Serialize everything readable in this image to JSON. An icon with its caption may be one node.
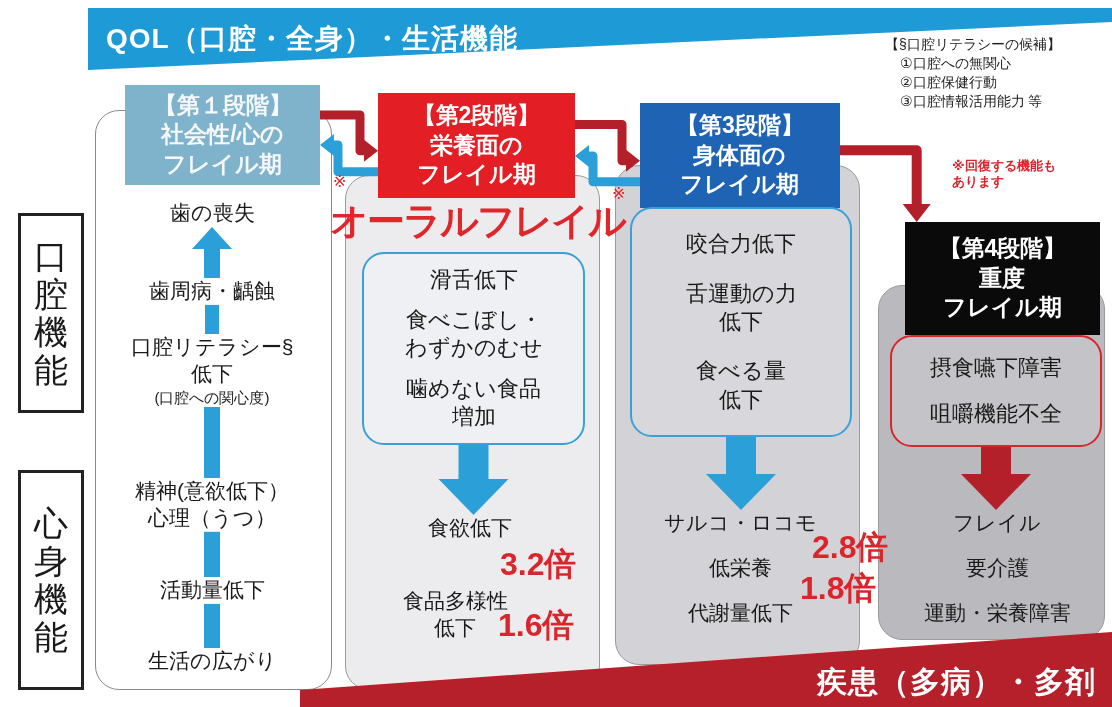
{
  "diagram": {
    "nodes": [
      {
        "text": [
          "QOL（口腔・全身）・生活機能"
        ]
      },
      {
        "text": [
          "【第１段階】社会性/心のフレイル期"
        ]
      },
      {
        "text": [
          "【第2段階】栄養面のフレイル期"
        ]
      },
      {
        "text": [
          "【第3段階】身体面のフレイル期"
        ]
      },
      {
        "text": [
          "【第4段階】重度フレイル期"
        ]
      },
      {
        "text": [
          "口腔機能"
        ]
      },
      {
        "text": [
          "心身機能"
        ]
      },
      {
        "text": [
          "歯の喪失"
        ]
      },
      {
        "text": [
          "歯周病・齲蝕"
        ]
      },
      {
        "text": [
          "口腔リテラシー§低下",
          "(口腔への関心度)"
        ]
      },
      {
        "text": [
          "精神(意欲低下）心理（うつ）"
        ]
      },
      {
        "text": [
          "活動量低下"
        ]
      },
      {
        "text": [
          "生活の広がり"
        ]
      },
      {
        "text": [
          "滑舌低下",
          "食べこぼし・わずかのむせ",
          "噛めない食品増加"
        ]
      },
      {
        "text": [
          "食欲低下"
        ]
      },
      {
        "text": [
          "食品多様性低下"
        ]
      },
      {
        "text": [
          "咬合力低下",
          "舌運動の力低下",
          "食べる量低下"
        ]
      },
      {
        "text": [
          "サルコ・ロコモ"
        ]
      },
      {
        "text": [
          "低栄養"
        ]
      },
      {
        "text": [
          "代謝量低下"
        ]
      },
      {
        "text": [
          "摂食嚥下障害",
          "咀嚼機能不全"
        ]
      },
      {
        "text": [
          "フレイル"
        ]
      },
      {
        "text": [
          "要介護"
        ]
      },
      {
        "text": [
          "運動・栄養障害"
        ]
      },
      {
        "text": [
          "疾患（多病）・多剤"
        ]
      }
    ],
    "edges": [
      {
        "from": 1,
        "to": 2,
        "arrow": "to",
        "color": "#b3202a"
      },
      {
        "from": 2,
        "to": 1,
        "arrow": "to"
      },
      {
        "from": 2,
        "to": 3,
        "arrow": "to",
        "color": "#b3202a"
      },
      {
        "from": 3,
        "to": 2,
        "arrow": "to"
      },
      {
        "from": 3,
        "to": 4,
        "arrow": "to",
        "color": "#b3202a"
      },
      {
        "from": 12,
        "to": 11,
        "arrow": "none"
      },
      {
        "from": 11,
        "to": 10,
        "arrow": "none"
      },
      {
        "from": 10,
        "to": 9,
        "arrow": "none"
      },
      {
        "from": 9,
        "to": 8,
        "arrow": "none"
      },
      {
        "from": 8,
        "to": 7,
        "arrow": "to"
      },
      {
        "from": 13,
        "to": 14,
        "arrow": "to",
        "style": "thick"
      },
      {
        "from": 16,
        "to": 17,
        "arrow": "to",
        "style": "thick"
      },
      {
        "from": 20,
        "to": 21,
        "arrow": "to",
        "style": "thick",
        "color": "#b3202a"
      }
    ],
    "labels": [
      "【§口腔リテラシーの候補】",
      "①口腔への無関心",
      "②口腔保健行動",
      "③口腔情報活用能力 等",
      "※回復する機能もあります",
      "※",
      "オーラルフレイル",
      "※",
      "3.2倍",
      "1.6倍",
      "2.8倍",
      "1.8倍"
    ]
  }
}
